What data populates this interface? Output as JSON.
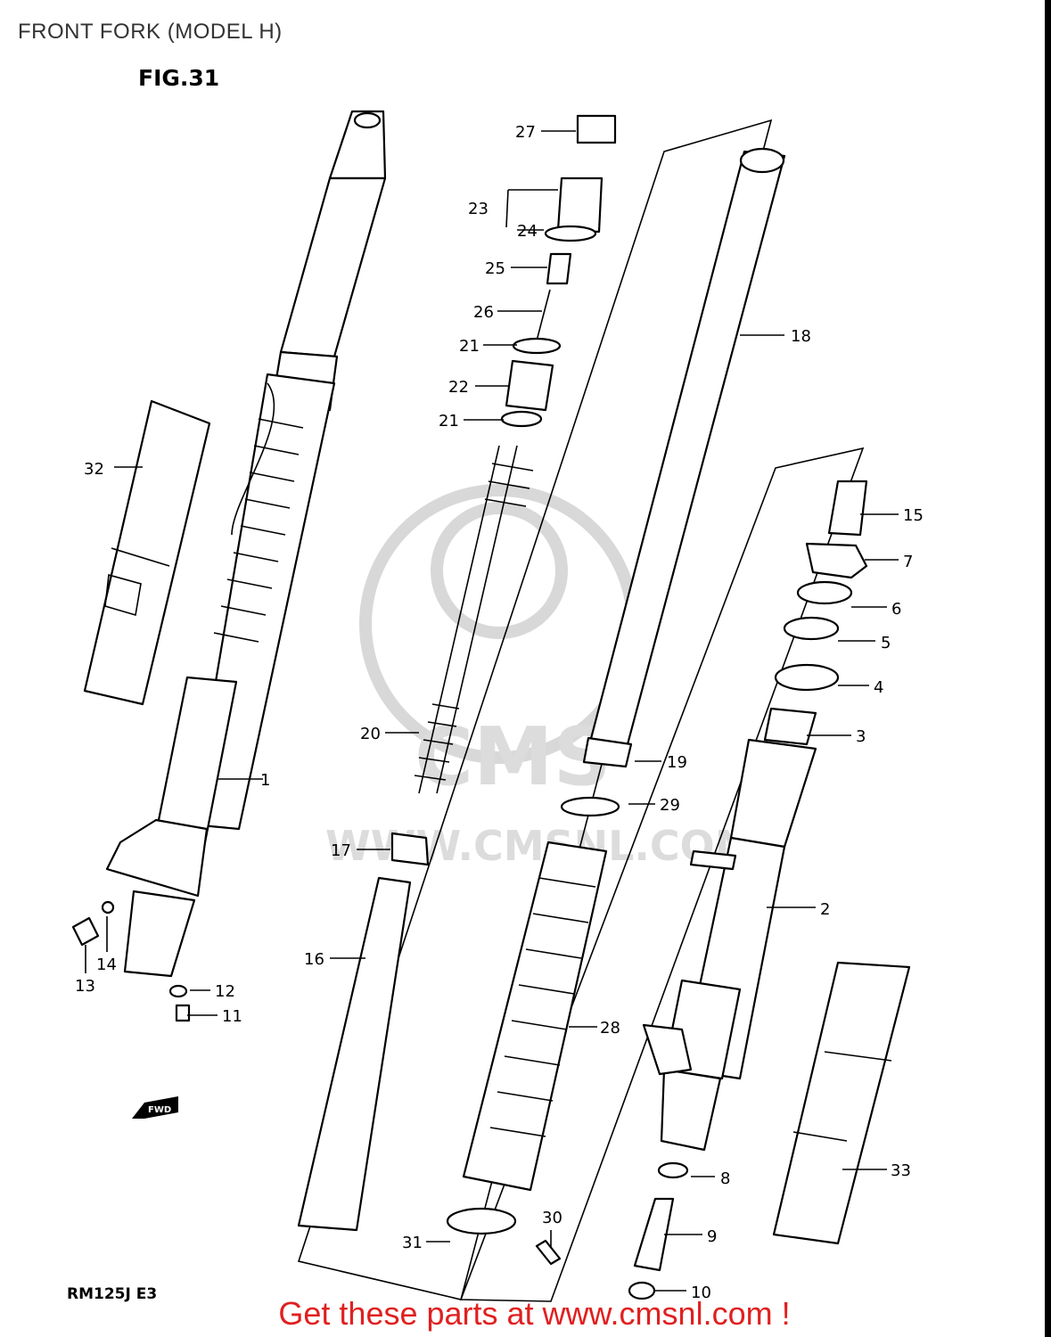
{
  "header": {
    "title": "FRONT FORK (MODEL H)"
  },
  "figure": {
    "label": "FIG.31",
    "model_code": "RM125J  E3"
  },
  "watermark": {
    "text": "WWW.CMSNL.COM",
    "logo_text": "CMS"
  },
  "fwd_badge": "FWD",
  "callouts": [
    "1",
    "2",
    "3",
    "4",
    "5",
    "6",
    "7",
    "8",
    "9",
    "10",
    "11",
    "12",
    "13",
    "14",
    "15",
    "16",
    "17",
    "18",
    "19",
    "20",
    "21",
    "21",
    "22",
    "23",
    "24",
    "25",
    "26",
    "27",
    "28",
    "29",
    "30",
    "31",
    "32",
    "33"
  ],
  "footer": {
    "link_text": "Get these parts at www.cmsnl.com !"
  },
  "colors": {
    "link": "#e02020",
    "line": "#000000",
    "watermark": "#d8d8d8"
  }
}
